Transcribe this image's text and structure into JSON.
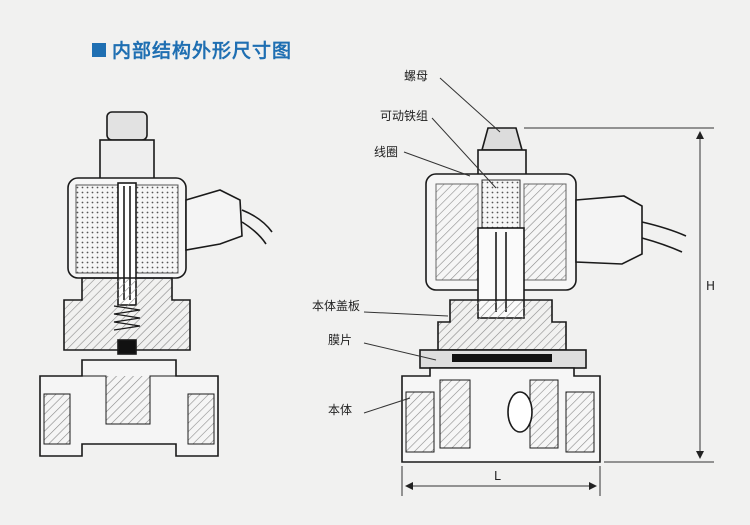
{
  "title": "内部结构外形尺寸图",
  "labels": {
    "nut": "螺母",
    "core": "可动铁组",
    "coil": "线圈",
    "cover": "本体盖板",
    "diaphragm": "膜片",
    "body": "本体"
  },
  "dimensions": {
    "height": "H",
    "length": "L"
  },
  "colors": {
    "accent": "#1f6fb2",
    "line": "#1a1a1a",
    "shade": "#c9c9c9",
    "hatch": "#9a9a9a"
  }
}
